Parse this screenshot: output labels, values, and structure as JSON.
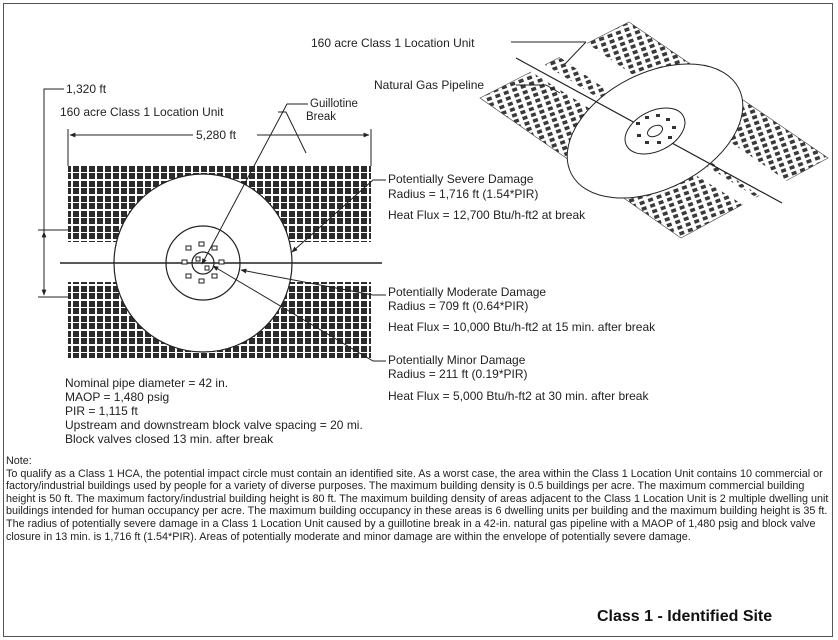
{
  "labels": {
    "location_unit_top": "160 acre Class 1 Location Unit",
    "pipeline": "Natural Gas Pipeline",
    "dim_1320": "1,320 ft",
    "location_unit_left": "160 acre Class 1 Location Unit",
    "guillotine_line1": "Guillotine",
    "guillotine_line2": "Break",
    "dim_5280": "5,280 ft",
    "severe_title": "Potentially Severe Damage",
    "severe_radius": "Radius = 1,716 ft (1.54*PIR)",
    "severe_flux": "Heat Flux = 12,700 Btu/h-ft2 at  break",
    "moderate_title": "Potentially Moderate Damage",
    "moderate_radius": "Radius = 709 ft (0.64*PIR)",
    "moderate_flux": "Heat Flux = 10,000 Btu/h-ft2 at 15 min. after break",
    "minor_title": "Potentially Minor Damage",
    "minor_radius": "Radius = 211 ft (0.19*PIR)",
    "minor_flux": "Heat Flux = 5,000 Btu/h-ft2 at 30 min. after break"
  },
  "specs": [
    "Nominal pipe diameter = 42 in.",
    "MAOP = 1,480 psig",
    "PIR = 1,115 ft",
    "Upstream and downstream block valve spacing = 20 mi.",
    "Block valves closed 13 min. after break"
  ],
  "note": {
    "heading": "Note:",
    "body": "To qualify as a Class 1 HCA, the potential impact circle must contain an identified site. As a worst case, the area within the Class 1 Location Unit contains 10 commercial or factory/industrial buildings used by people for a variety of diverse purposes.  The maximum building density is 0.5 buildings per acre. The maximum commercial building height is 50 ft. The maximum factory/industrial building height is 80 ft.  The maximum building density of areas adjacent to the Class 1 Location Unit is 2 multiple dwelling unit buildings intended for human occupancy per acre. The maximum building occupancy in these areas is 6 dwelling units per building and the maximum building height is 35 ft.  The radius of potentially severe damage in a Class 1 Location Unit caused by a guillotine break in a 42-in. natural gas pipeline with a MAOP of 1,480 psig and block valve closure in 13 min. is 1,716 ft (1.54*PIR).  Areas of potentially moderate and minor damage are within the envelope of potentially severe damage."
  },
  "title": "Class 1 - Identified Site",
  "colors": {
    "ink": "#222222",
    "blocks": "#2b2b2b",
    "background": "#ffffff"
  }
}
